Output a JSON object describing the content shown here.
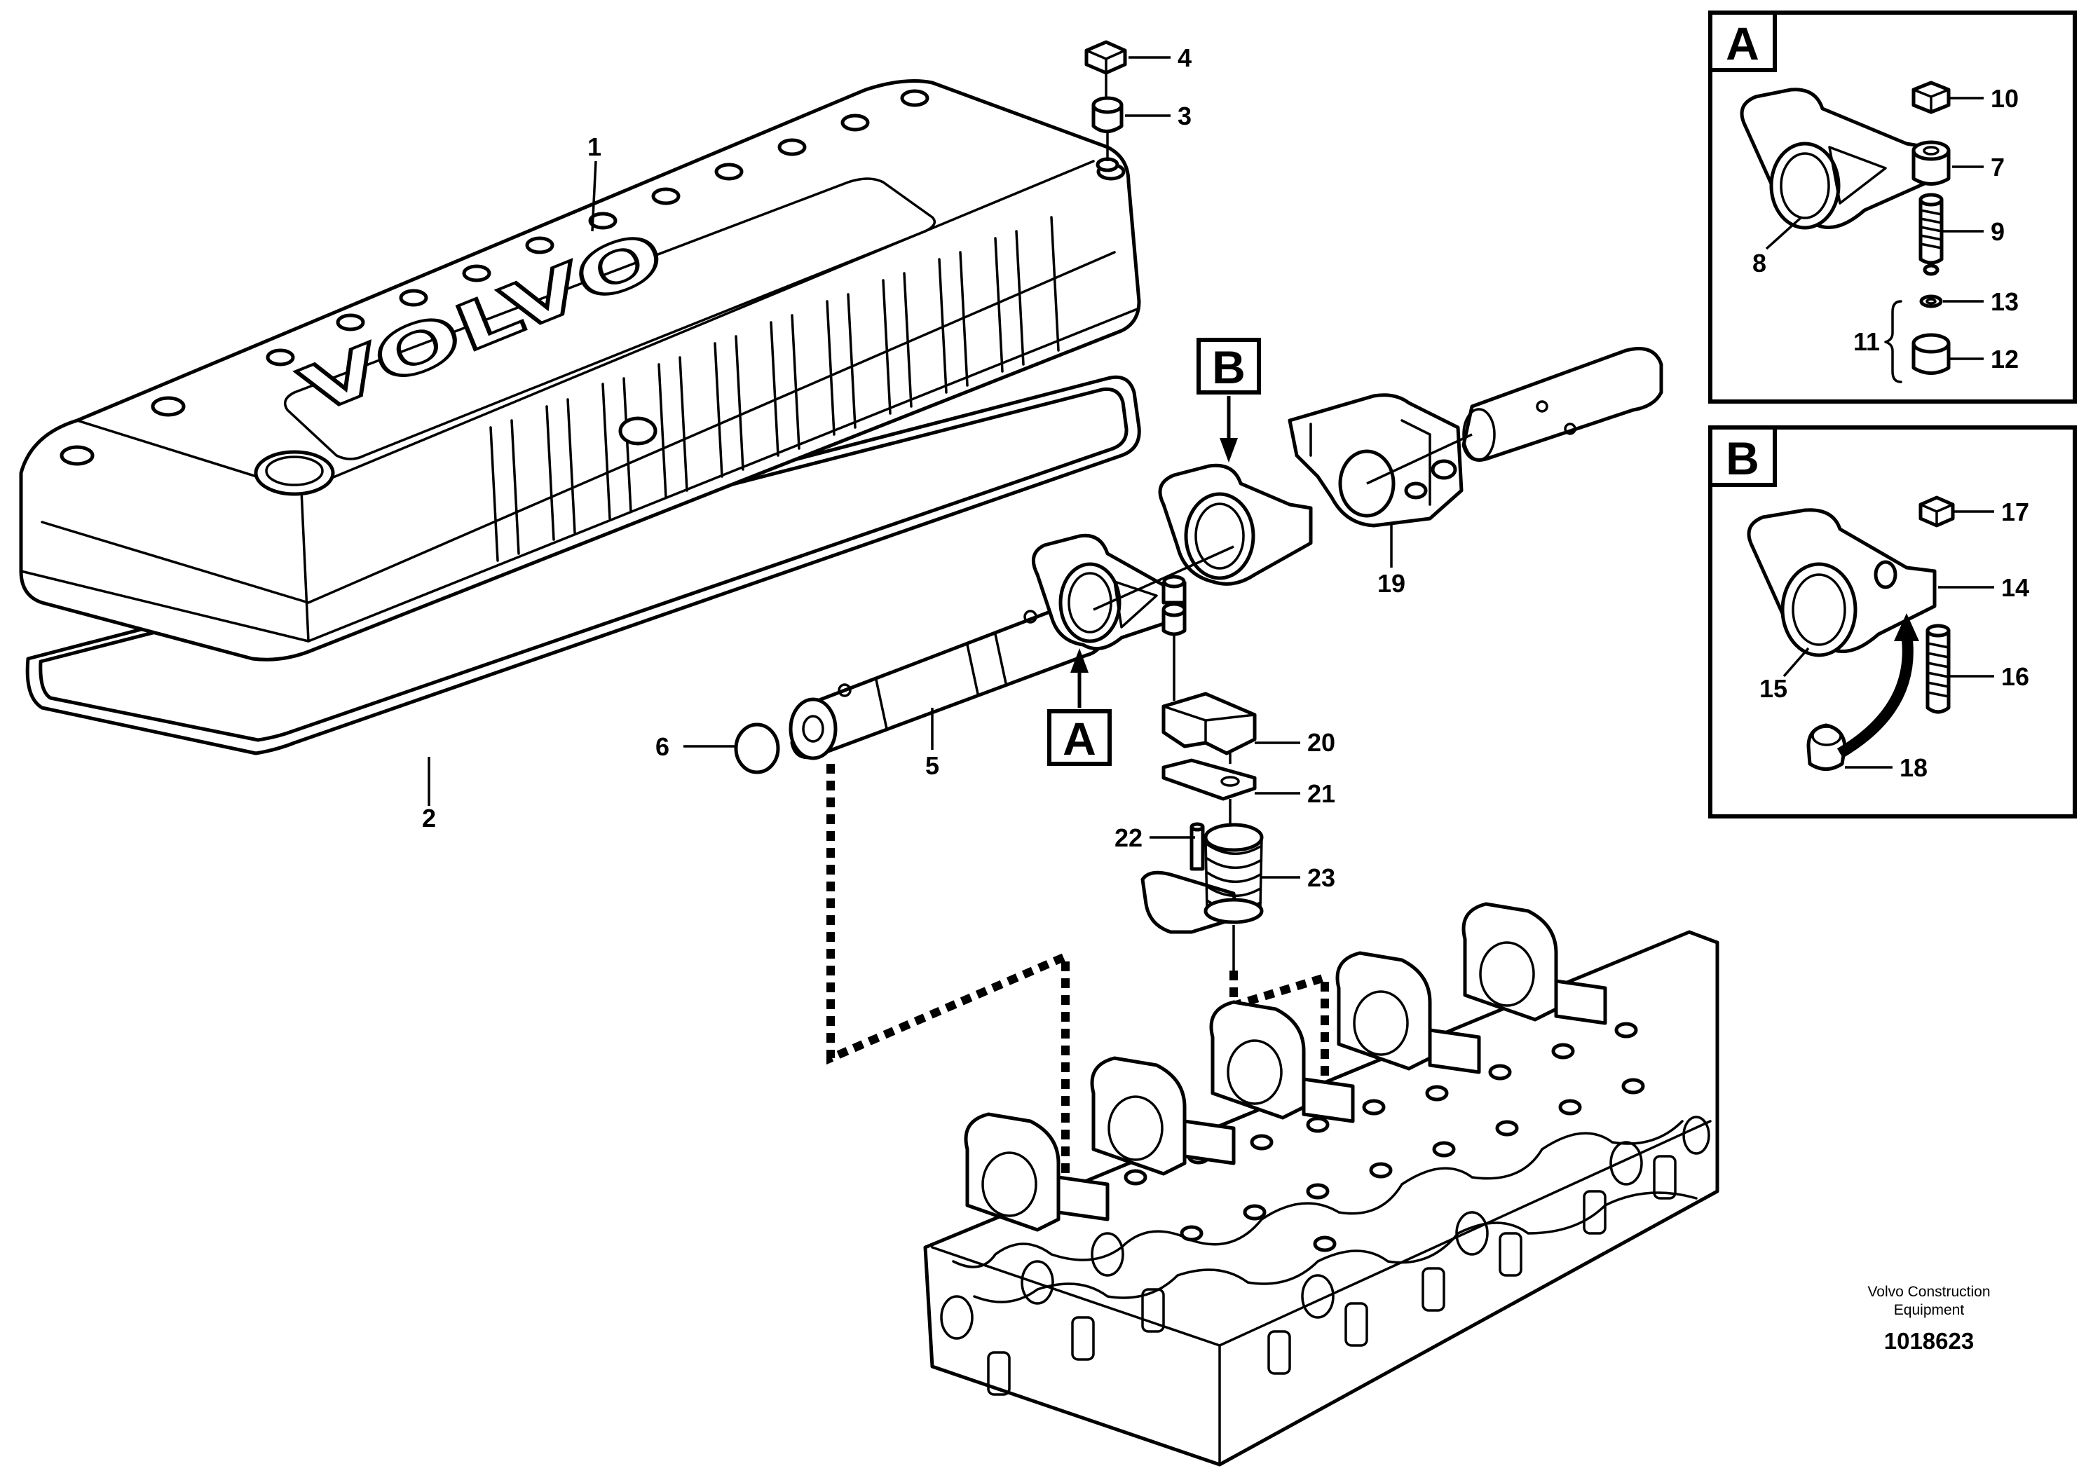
{
  "emblem_text": "VOLVO",
  "callouts": {
    "c1": "1",
    "c2": "2",
    "c3": "3",
    "c4": "4",
    "c5": "5",
    "c6": "6",
    "c7": "7",
    "c8": "8",
    "c9": "9",
    "c10": "10",
    "c11": "11",
    "c12": "12",
    "c13": "13",
    "c14": "14",
    "c15": "15",
    "c16": "16",
    "c17": "17",
    "c18": "18",
    "c19": "19",
    "c20": "20",
    "c21": "21",
    "c22": "22",
    "c23": "23"
  },
  "detail_labels": {
    "a": "A",
    "b": "B"
  },
  "footer": {
    "brand_line1": "Volvo Construction",
    "brand_line2": "Equipment",
    "doc_number": "1018623"
  }
}
